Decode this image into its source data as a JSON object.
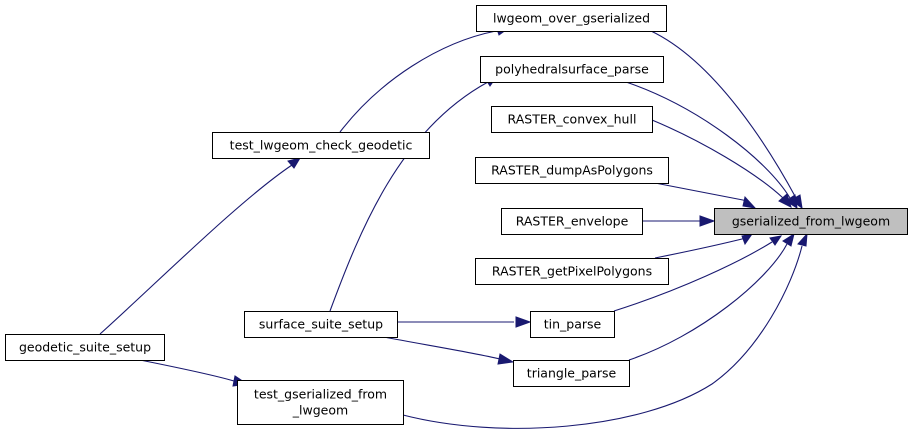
{
  "graph": {
    "title": "",
    "nodes": [
      {
        "id": "gserialized_from_lwgeom",
        "label": "gserialized_from_lwgeom",
        "focus": true
      },
      {
        "id": "lwgeom_over_gserialized",
        "label": "lwgeom_over_gserialized"
      },
      {
        "id": "polyhedralsurface_parse",
        "label": "polyhedralsurface_parse"
      },
      {
        "id": "RASTER_convex_hull",
        "label": "RASTER_convex_hull"
      },
      {
        "id": "RASTER_dumpAsPolygons",
        "label": "RASTER_dumpAsPolygons"
      },
      {
        "id": "RASTER_envelope",
        "label": "RASTER_envelope"
      },
      {
        "id": "RASTER_getPixelPolygons",
        "label": "RASTER_getPixelPolygons"
      },
      {
        "id": "tin_parse",
        "label": "tin_parse"
      },
      {
        "id": "triangle_parse",
        "label": "triangle_parse"
      },
      {
        "id": "test_lwgeom_check_geodetic",
        "label": "test_lwgeom_check_geodetic"
      },
      {
        "id": "surface_suite_setup",
        "label": "surface_suite_setup"
      },
      {
        "id": "geodetic_suite_setup",
        "label": "geodetic_suite_setup"
      },
      {
        "id": "test_gserialized_from_lwgeom",
        "label": "test_gserialized_from\n_lwgeom"
      }
    ],
    "edges": [
      {
        "from": "lwgeom_over_gserialized",
        "to": "gserialized_from_lwgeom"
      },
      {
        "from": "polyhedralsurface_parse",
        "to": "gserialized_from_lwgeom"
      },
      {
        "from": "RASTER_convex_hull",
        "to": "gserialized_from_lwgeom"
      },
      {
        "from": "RASTER_dumpAsPolygons",
        "to": "gserialized_from_lwgeom"
      },
      {
        "from": "RASTER_envelope",
        "to": "gserialized_from_lwgeom"
      },
      {
        "from": "RASTER_getPixelPolygons",
        "to": "gserialized_from_lwgeom"
      },
      {
        "from": "tin_parse",
        "to": "gserialized_from_lwgeom"
      },
      {
        "from": "triangle_parse",
        "to": "gserialized_from_lwgeom"
      },
      {
        "from": "test_gserialized_from_lwgeom",
        "to": "gserialized_from_lwgeom"
      },
      {
        "from": "test_lwgeom_check_geodetic",
        "to": "lwgeom_over_gserialized"
      },
      {
        "from": "surface_suite_setup",
        "to": "polyhedralsurface_parse"
      },
      {
        "from": "surface_suite_setup",
        "to": "tin_parse"
      },
      {
        "from": "surface_suite_setup",
        "to": "triangle_parse"
      },
      {
        "from": "geodetic_suite_setup",
        "to": "test_lwgeom_check_geodetic"
      },
      {
        "from": "geodetic_suite_setup",
        "to": "test_gserialized_from_lwgeom"
      }
    ]
  }
}
